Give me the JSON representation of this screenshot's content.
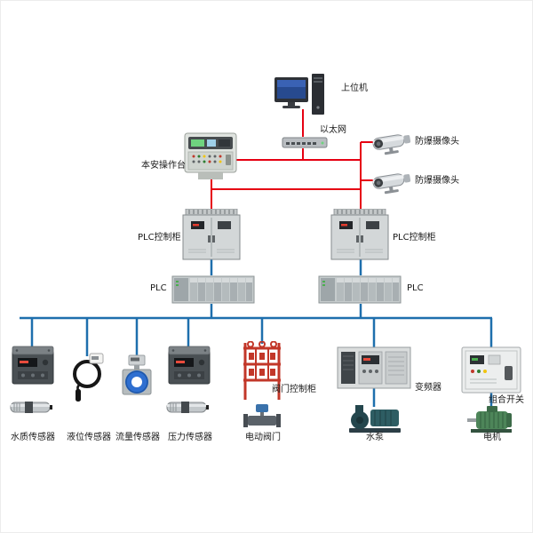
{
  "labels": {
    "host": "上位机",
    "ethernet": "以太网",
    "console": "本安操作台",
    "camera_top": "防爆摄像头",
    "camera_bottom": "防爆摄像头",
    "plc_cabinet_left": "PLC控制柜",
    "plc_cabinet_right": "PLC控制柜",
    "plc_left": "PLC",
    "plc_right": "PLC",
    "valve_cabinet": "阀门控制柜",
    "inverter": "变频器",
    "combo_switch": "组合开关",
    "water_quality_sensor": "水质传感器",
    "level_sensor": "液位传感器",
    "flow_sensor": "流量传感器",
    "pressure_sensor": "压力传感器",
    "electric_valve": "电动阀门",
    "water_pump": "水泵",
    "motor": "电机"
  },
  "colors": {
    "ethernet_bus": "#e60012",
    "field_bus": "#1e6fad"
  }
}
